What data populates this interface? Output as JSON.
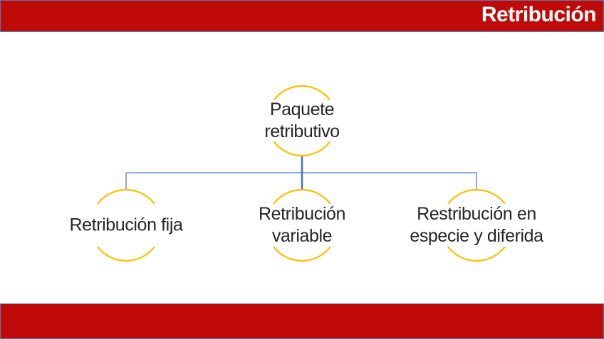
{
  "header": {
    "title": "Retribución",
    "background_color": "#C00A0A",
    "border_color": "#5B7BA6",
    "text_color": "#FFFFFF"
  },
  "footer": {
    "background_color": "#C00A0A",
    "border_color": "#5B7BA6"
  },
  "diagram": {
    "type": "org-chart",
    "root": {
      "label": "Paquete\nretributivo"
    },
    "children": [
      {
        "label": "Retribución fija"
      },
      {
        "label": "Retribución\nvariable"
      },
      {
        "label": "Restribución en\nespecie y diferida"
      }
    ],
    "node_shape": "open-circle-arcs",
    "circle_color": "#FFC000",
    "connector_color": "#8FAADC",
    "connector_accent_color": "#4472C4",
    "text_color": "#262626"
  }
}
